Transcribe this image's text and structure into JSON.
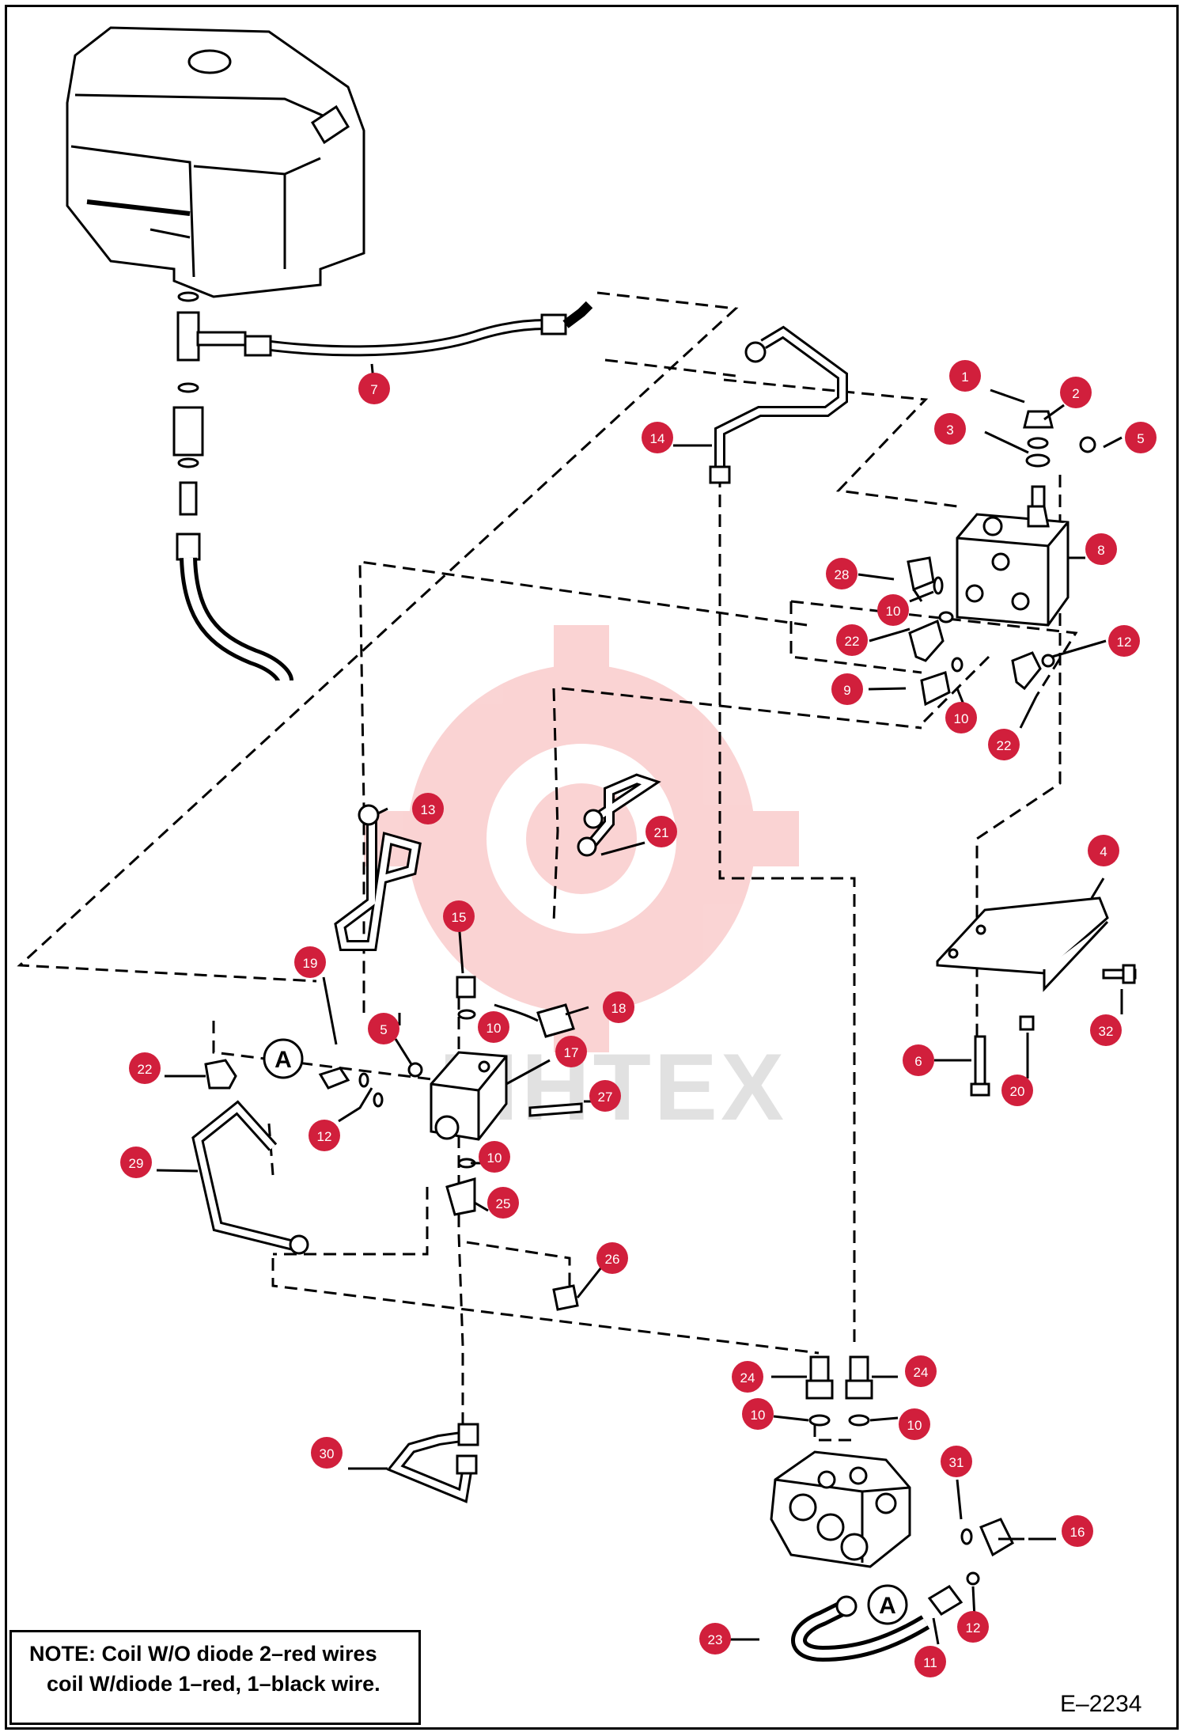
{
  "note": {
    "label": "NOTE:",
    "line1": "Coil W/O diode 2–red wires",
    "line2": "coil W/diode 1–red, 1–black wire."
  },
  "diagram_id": "E–2234",
  "watermark": "MHTEX",
  "callout_color": "#d11f3c",
  "view_marker": "A",
  "callouts": [
    {
      "label": "1"
    },
    {
      "label": "2"
    },
    {
      "label": "3"
    },
    {
      "label": "5"
    },
    {
      "label": "8"
    },
    {
      "label": "28"
    },
    {
      "label": "10"
    },
    {
      "label": "22"
    },
    {
      "label": "12"
    },
    {
      "label": "9"
    },
    {
      "label": "10"
    },
    {
      "label": "22"
    },
    {
      "label": "14"
    },
    {
      "label": "7"
    },
    {
      "label": "13"
    },
    {
      "label": "21"
    },
    {
      "label": "4"
    },
    {
      "label": "15"
    },
    {
      "label": "19"
    },
    {
      "label": "18"
    },
    {
      "label": "10"
    },
    {
      "label": "5"
    },
    {
      "label": "17"
    },
    {
      "label": "22"
    },
    {
      "label": "27"
    },
    {
      "label": "12"
    },
    {
      "label": "6"
    },
    {
      "label": "32"
    },
    {
      "label": "20"
    },
    {
      "label": "29"
    },
    {
      "label": "10"
    },
    {
      "label": "25"
    },
    {
      "label": "26"
    },
    {
      "label": "24"
    },
    {
      "label": "24"
    },
    {
      "label": "10"
    },
    {
      "label": "10"
    },
    {
      "label": "30"
    },
    {
      "label": "31"
    },
    {
      "label": "16"
    },
    {
      "label": "12"
    },
    {
      "label": "23"
    },
    {
      "label": "11"
    }
  ]
}
